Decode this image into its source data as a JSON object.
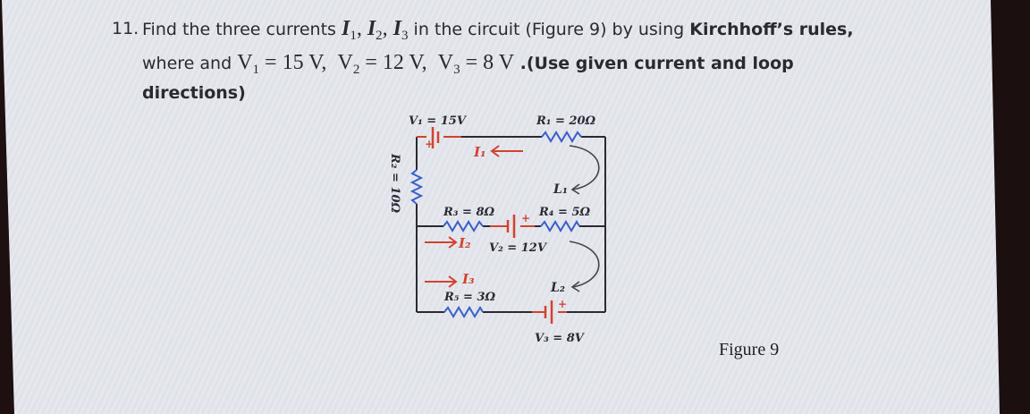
{
  "question": {
    "number": "11.",
    "line1": {
      "prefix": "Find the three currents ",
      "currents": [
        {
          "symbol": "I",
          "sub": "1"
        },
        {
          "symbol": "I",
          "sub": "2"
        },
        {
          "symbol": "I",
          "sub": "3"
        }
      ],
      "middle": " in the circuit (Figure 9) by using ",
      "bold": "Kirchhoff’s rules,"
    },
    "line2": {
      "prefix": "where  and ",
      "v1": {
        "symbol": "V",
        "sub": "1",
        "value": " = 15 V,"
      },
      "v2": {
        "symbol": "V",
        "sub": "2",
        "value": " = 12 V,"
      },
      "v3": {
        "symbol": "V",
        "sub": "3",
        "value": " = 8 V"
      },
      "suffix": "  .(Use  given  current  and  loop"
    },
    "line3": "directions)"
  },
  "figure": {
    "caption": "Figure 9",
    "labels": {
      "v1": "V₁ = 15V",
      "r1": "R₁ = 20Ω",
      "r2": "R₂ = 10Ω",
      "r3": "R₃ = 8Ω",
      "r4": "R₄ = 5Ω",
      "v2": "V₂ = 12V",
      "r5": "R₅ = 3Ω",
      "v3": "V₃ = 8V",
      "i1": "I₁",
      "i2": "I₂",
      "i3": "I₃",
      "l1": "L₁",
      "l2": "L₂",
      "plus": "+"
    },
    "colors": {
      "wire": "#2a2a30",
      "resistor": "#3a5fc8",
      "battery": "#d2422f",
      "current": "#d2422f",
      "loop": "#444444"
    }
  }
}
